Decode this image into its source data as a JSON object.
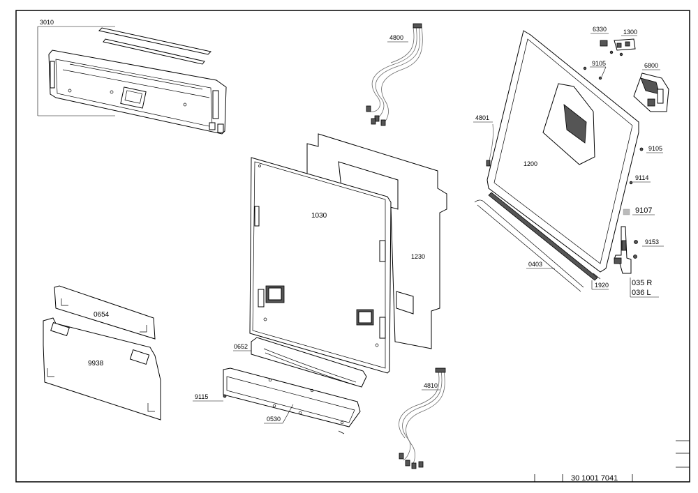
{
  "drawing_number": "30 1001 7041",
  "labels": {
    "l3010": "3010",
    "l4800": "4800",
    "l6330": "6330",
    "l1300": "1300",
    "l6800": "6800",
    "l9105a": "9105",
    "l4801": "4801",
    "l1200": "1200",
    "l9105b": "9105",
    "l9114": "9114",
    "l9107": "9107",
    "l9153": "9153",
    "l0403": "0403",
    "l1920": "1920",
    "l035r": "035 R",
    "l036l": "036 L",
    "l1030": "1030",
    "l1230": "1230",
    "l0654": "0654",
    "l9938": "9938",
    "l0652": "0652",
    "l4810": "4810",
    "l9115": "9115",
    "l0530": "0530"
  }
}
